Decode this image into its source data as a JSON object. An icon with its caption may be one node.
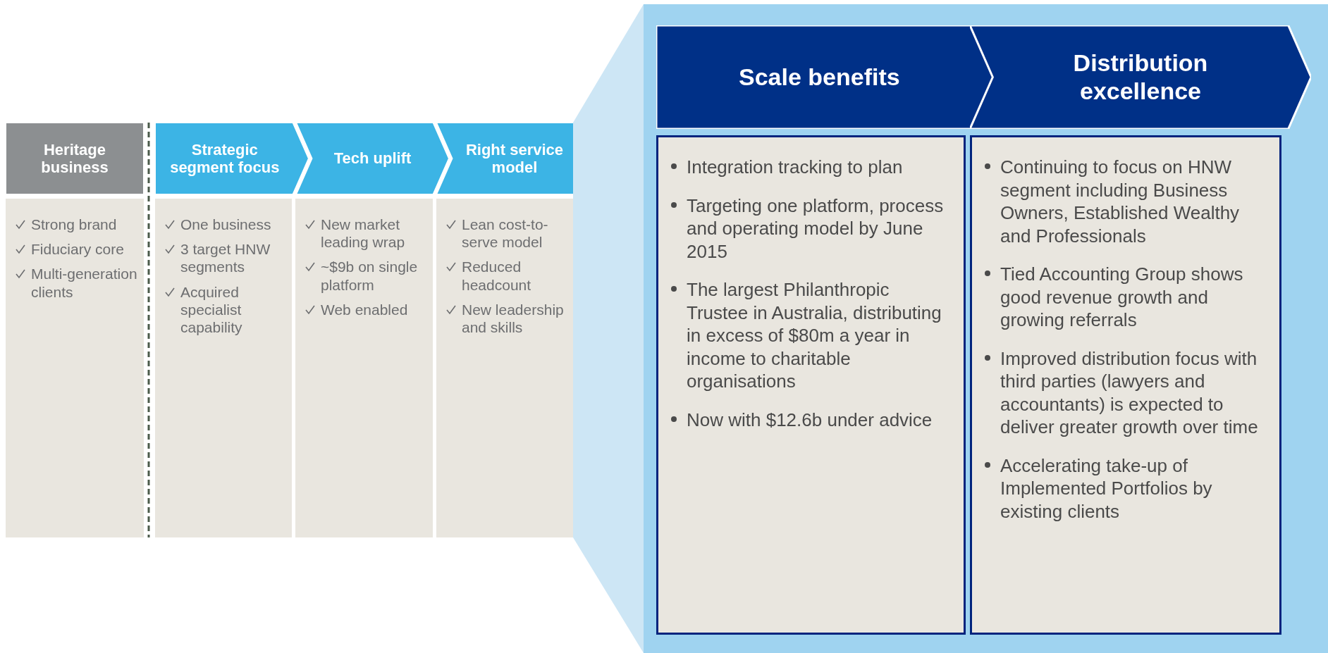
{
  "diagram": {
    "nodes": [
      {
        "text": [
          "Heritage business"
        ]
      },
      {
        "text": [
          "Strong brand",
          "Fiduciary core",
          "Multi-generation clients"
        ]
      },
      {
        "text": [
          "Strategic segment focus"
        ]
      },
      {
        "text": [
          "One business",
          "3 target HNW segments",
          "Acquired specialist capability"
        ]
      },
      {
        "text": [
          "Tech uplift"
        ]
      },
      {
        "text": [
          "New market leading wrap",
          "~$9b on single platform",
          "Web enabled"
        ]
      },
      {
        "text": [
          "Right service model"
        ]
      },
      {
        "text": [
          "Lean cost-to-serve model",
          "Reduced headcount",
          "New leadership and skills"
        ]
      },
      {
        "text": [],
        "shape": "box"
      },
      {
        "text": [
          "Scale benefits"
        ],
        "in": 8
      },
      {
        "text": [
          "Integration tracking to plan",
          "Targeting one platform, process and operating model by June 2015",
          "The largest Philanthropic Trustee in Australia, distributing in excess of $80m a year in income to charitable organisations",
          "Now with $12.6b under advice"
        ],
        "in": 8
      },
      {
        "text": [
          "Distribution excellence"
        ],
        "in": 8
      },
      {
        "text": [
          "Continuing to focus on HNW segment including Business Owners, Established Wealthy and Professionals",
          "Tied Accounting Group shows good revenue growth and growing referrals",
          "Improved distribution focus with third parties (lawyers and accountants) is expected to deliver greater growth over time",
          "Accelerating take-up of Implemented Portfolios by existing clients"
        ],
        "in": 8
      },
      {
        "text": [],
        "shape": "trapezoid"
      }
    ],
    "edges": []
  }
}
